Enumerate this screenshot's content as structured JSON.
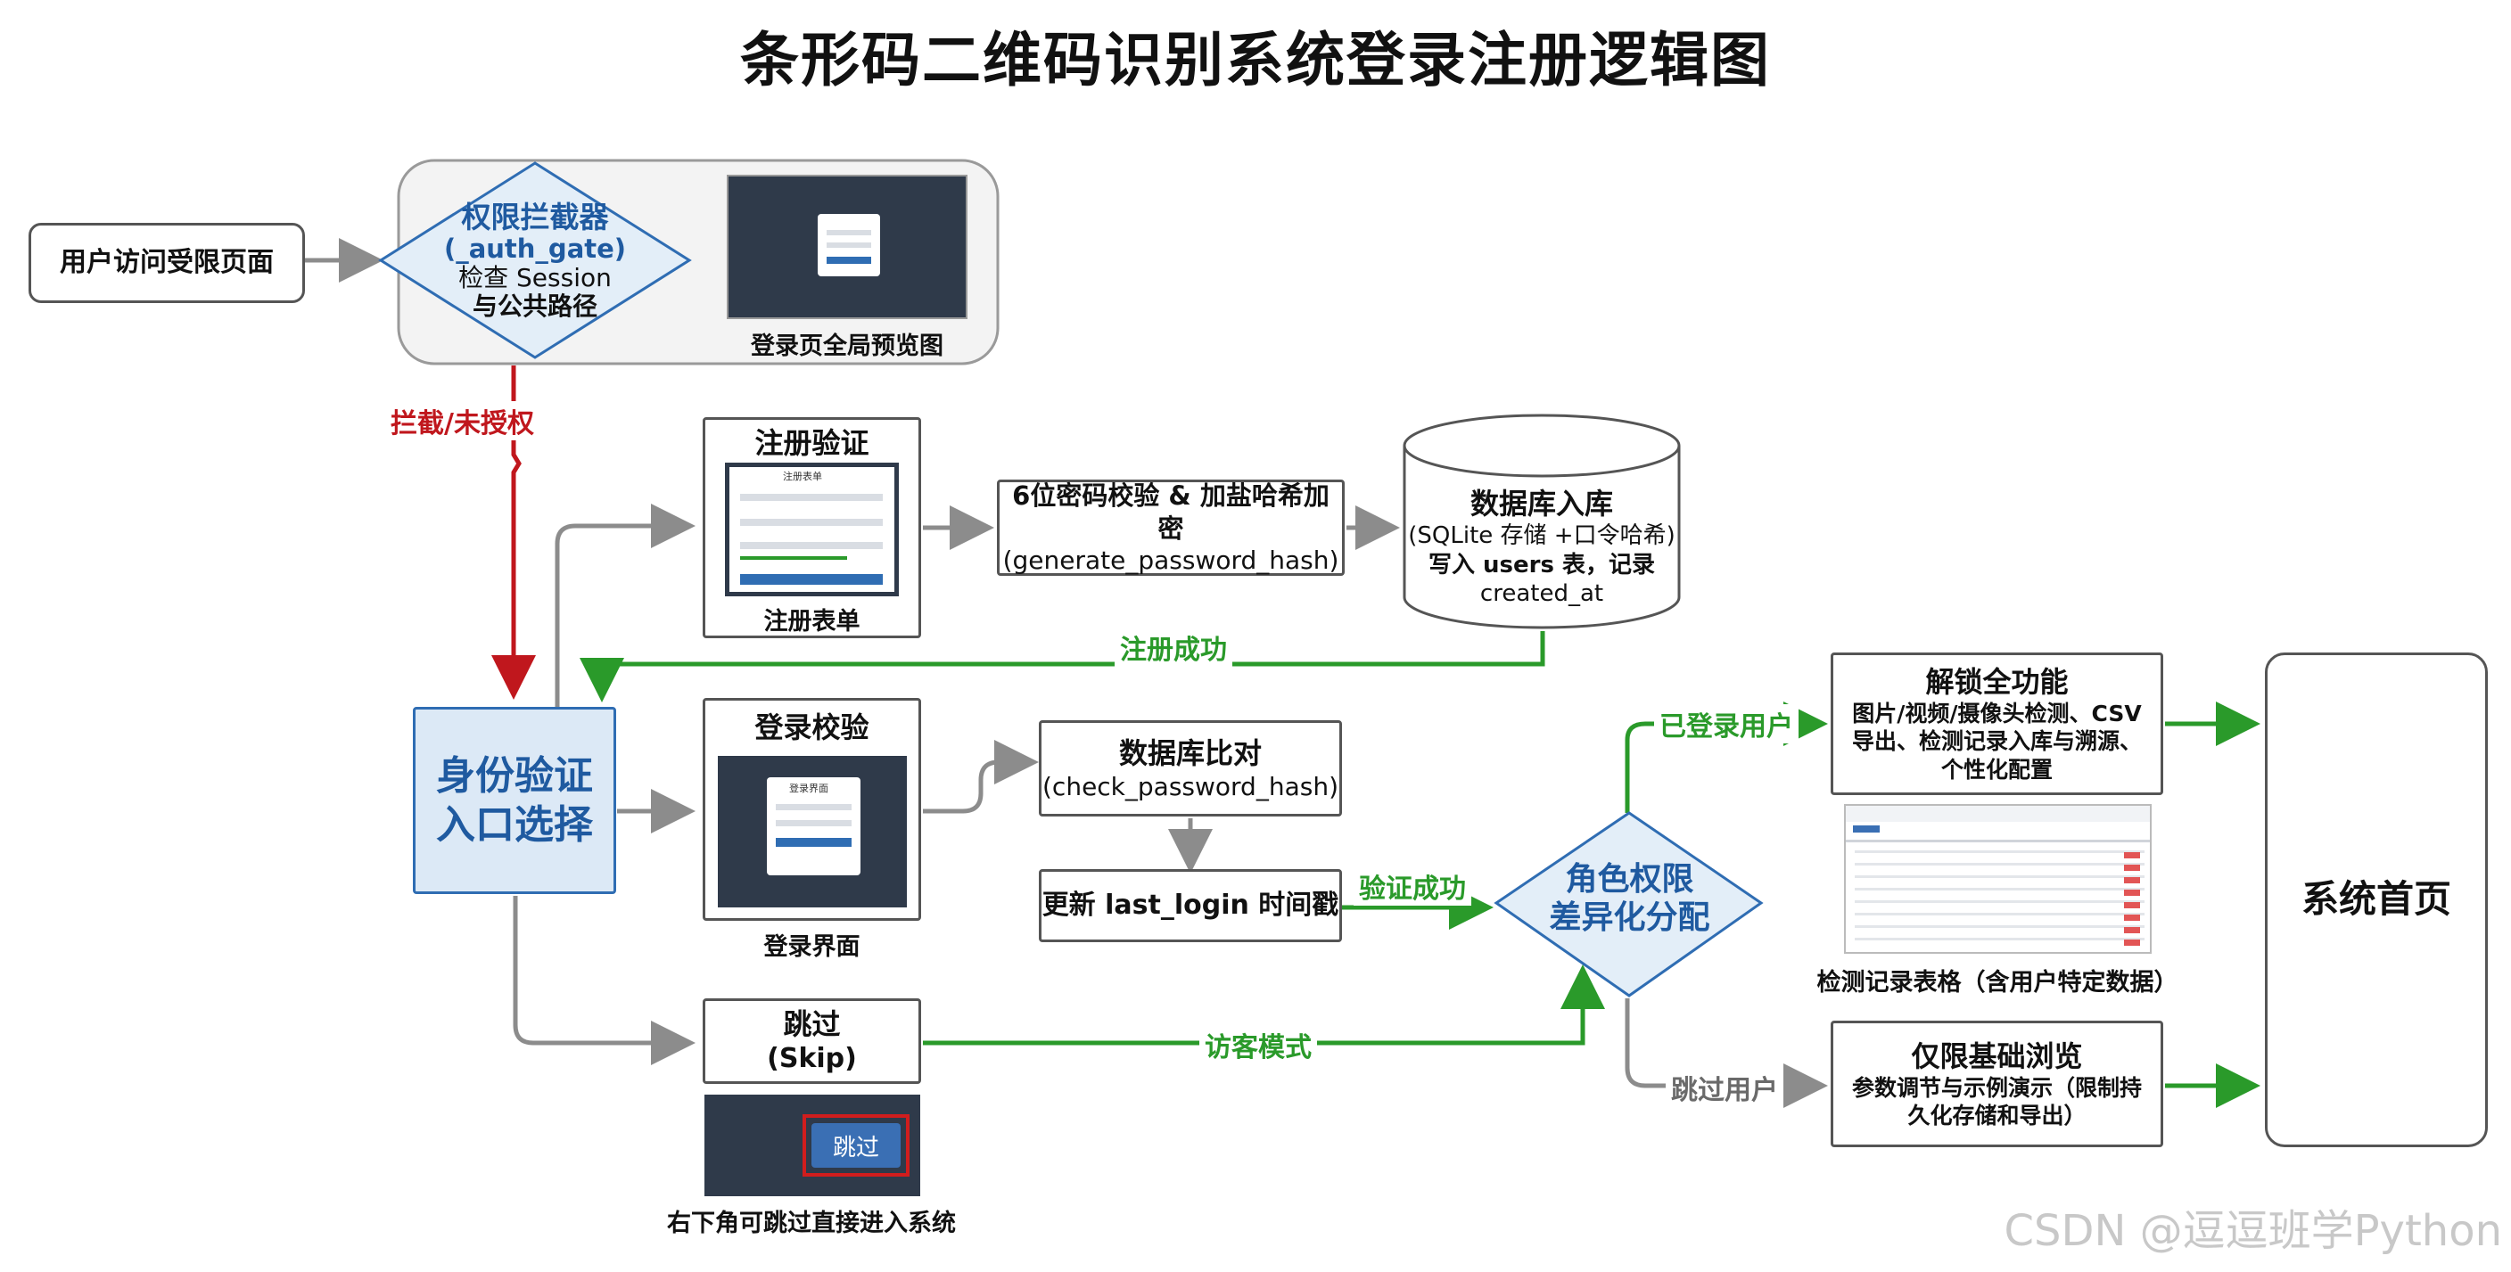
{
  "title": "条形码二维码识别系统登录注册逻辑图",
  "nodes": {
    "user_access": "用户访问受限页面",
    "auth_gate": {
      "line1": "权限拦截器",
      "line2": "(_auth_gate)",
      "line3": "检查 Session",
      "line4": "与公共路径"
    },
    "login_preview_caption": "登录页全局预览图",
    "identity": {
      "line1": "身份验证",
      "line2": "入口选择"
    },
    "register": {
      "title": "注册验证",
      "form_title": "注册表单",
      "caption": "注册表单"
    },
    "pw_check": {
      "line1": "6位密码校验 & 加盐哈希加密",
      "line2": "(generate_password_hash)"
    },
    "db_store": {
      "line1": "数据库入库",
      "line2": "(SQLite 存储 +口令哈希)",
      "line3": "写入 users 表，记录",
      "line4": "created_at"
    },
    "login": {
      "title": "登录校验",
      "form_title": "登录界面",
      "caption": "登录界面"
    },
    "db_compare": {
      "line1": "数据库比对",
      "line2": "(check_password_hash)"
    },
    "update_login": "更新 last_login 时间戳",
    "skip": {
      "line1": "跳过",
      "line2": "(Skip)",
      "button": "跳过",
      "caption": "右下角可跳过直接进入系统"
    },
    "role": {
      "line1": "角色权限",
      "line2": "差异化分配"
    },
    "unlock": {
      "line1": "解锁全功能",
      "line2": "图片/视频/摄像头检测、CSV",
      "line3": "导出、检测记录入库与溯源、",
      "line4": "个性化配置"
    },
    "records_caption": "检测记录表格（含用户特定数据）",
    "basic": {
      "line1": "仅限基础浏览",
      "line2": "参数调节与示例演示（限制持",
      "line3": "久化存储和导出）"
    },
    "home": "系统首页"
  },
  "edges": {
    "intercept": "拦截/未授权",
    "register_success": "注册成功",
    "verify_success": "验证成功",
    "guest_mode": "访客模式",
    "logged_user": "已登录用户",
    "skip_user": "跳过用户"
  },
  "colors": {
    "red": "#c0171d",
    "green": "#2a9a2a",
    "gray": "#8c8c8c",
    "blue_fill": "#dce9f6",
    "blue_border": "#2f6db3"
  },
  "watermark": "CSDN @逗逗班学Python"
}
